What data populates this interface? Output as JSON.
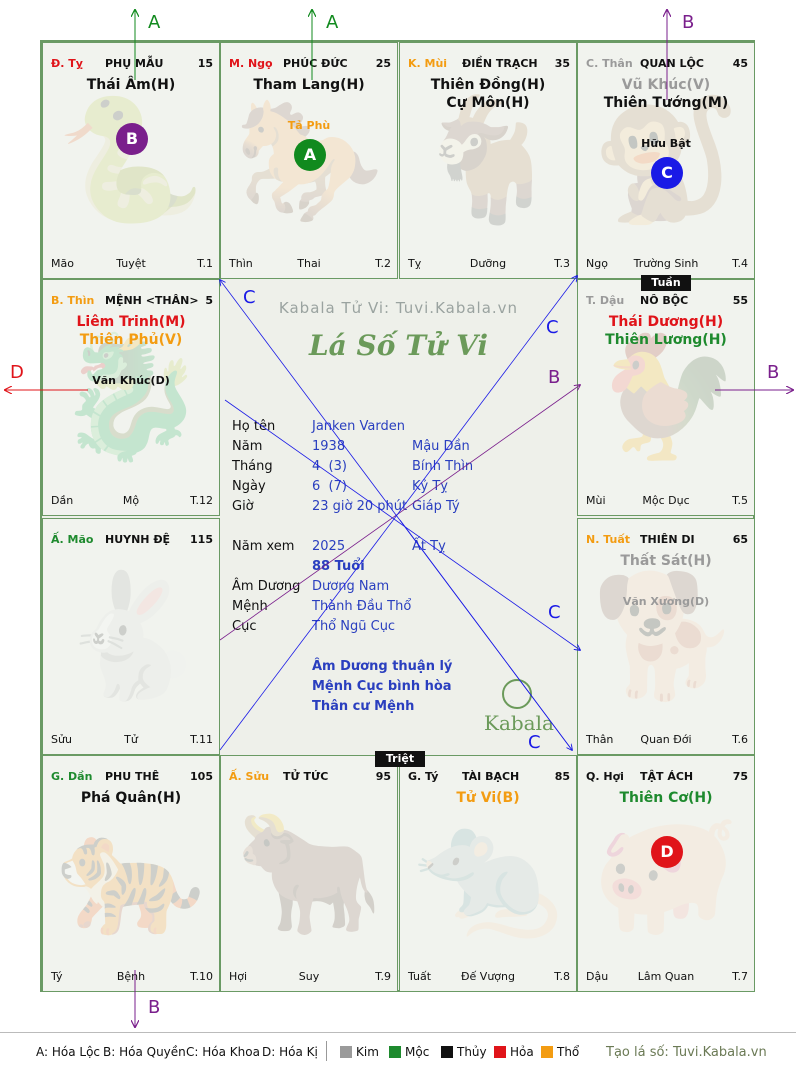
{
  "watermark": "Kabala Tử Vi: Tuvi.Kabala.vn",
  "chart_title": "Lá Số Tử Vi",
  "brand": "Kabala",
  "arrow_labels": {
    "a1": "A",
    "a2": "A",
    "b_top": "B",
    "b_mid": "B",
    "b_right": "B",
    "b_bottom": "B",
    "c1": "C",
    "c2": "C",
    "c3": "C",
    "c4": "C",
    "d_left": "D"
  },
  "palaces": [
    {
      "can": "Đ. Tỵ",
      "can_color": "#e0141a",
      "name": "PHỤ MẪU",
      "num": "15",
      "main": [
        {
          "t": "Thái Âm(H)",
          "c": "#111111"
        }
      ],
      "minor": [],
      "bl": "Mão",
      "bc": "Tuyệt",
      "br": "T.1",
      "circle": "B",
      "circle_color": "#7a1f8c",
      "zodiac": "🐍"
    },
    {
      "can": "M. Ngọ",
      "can_color": "#e0141a",
      "name": "PHÚC ĐỨC",
      "num": "25",
      "main": [
        {
          "t": "Tham Lang(H)",
          "c": "#111111"
        }
      ],
      "minor": [
        {
          "t": "Tả Phù",
          "c": "#f39c12"
        }
      ],
      "bl": "Thìn",
      "bc": "Thai",
      "br": "T.2",
      "circle": "A",
      "circle_color": "#118a1e",
      "zodiac": "🐎"
    },
    {
      "can": "K. Mùi",
      "can_color": "#f39c12",
      "name": "ĐIỀN TRẠCH",
      "num": "35",
      "main": [
        {
          "t": "Thiên Đồng(H)",
          "c": "#111111"
        },
        {
          "t": "Cự Môn(H)",
          "c": "#111111"
        }
      ],
      "minor": [],
      "bl": "Tỵ",
      "bc": "Dưỡng",
      "br": "T.3",
      "circle": "",
      "circle_color": "",
      "zodiac": "🐐"
    },
    {
      "can": "C. Thân",
      "can_color": "#9a9a9a",
      "name": "QUAN LỘC",
      "num": "45",
      "main": [
        {
          "t": "Vũ Khúc(V)",
          "c": "#9a9a9a"
        },
        {
          "t": "Thiên Tướng(M)",
          "c": "#111111"
        }
      ],
      "minor": [
        {
          "t": "Hữu Bật",
          "c": "#111111"
        }
      ],
      "bl": "Ngọ",
      "bc": "Trường Sinh",
      "br": "T.4",
      "circle": "C",
      "circle_color": "#1a1ae6",
      "zodiac": "🐒"
    },
    {
      "can": "B. Thìn",
      "can_color": "#f39c12",
      "name": "MỆNH <THÂN>",
      "num": "5",
      "main": [
        {
          "t": "Liêm Trinh(M)",
          "c": "#e0141a"
        },
        {
          "t": "Thiên Phủ(V)",
          "c": "#f39c12"
        }
      ],
      "minor": [
        {
          "t": "Văn Khúc(D)",
          "c": "#111111"
        }
      ],
      "bl": "Dần",
      "bc": "Mộ",
      "br": "T.12",
      "circle": "",
      "circle_color": "",
      "zodiac": "🐉"
    },
    {
      "can": "T. Dậu",
      "can_color": "#9a9a9a",
      "name": "NÔ BỘC",
      "num": "55",
      "main": [
        {
          "t": "Thái Dương(H)",
          "c": "#e0141a"
        },
        {
          "t": "Thiên Lương(H)",
          "c": "#1e8a2e"
        }
      ],
      "minor": [],
      "bl": "Mùi",
      "bc": "Mộc Dục",
      "br": "T.5",
      "circle": "",
      "circle_color": "",
      "zodiac": "🐓"
    },
    {
      "can": "Ấ. Mão",
      "can_color": "#1e8a2e",
      "name": "HUYNH ĐỆ",
      "num": "115",
      "main": [],
      "minor": [],
      "bl": "Sửu",
      "bc": "Tử",
      "br": "T.11",
      "circle": "",
      "circle_color": "",
      "zodiac": "🐇"
    },
    {
      "can": "N. Tuất",
      "can_color": "#f39c12",
      "name": "THIÊN DI",
      "num": "65",
      "main": [
        {
          "t": "Thất Sát(H)",
          "c": "#9a9a9a"
        }
      ],
      "minor": [
        {
          "t": "Văn Xương(D)",
          "c": "#9a9a9a"
        }
      ],
      "bl": "Thân",
      "bc": "Quan Đới",
      "br": "T.6",
      "circle": "",
      "circle_color": "",
      "zodiac": "🐕"
    },
    {
      "can": "G. Dần",
      "can_color": "#1e8a2e",
      "name": "PHU THÊ",
      "num": "105",
      "main": [
        {
          "t": "Phá Quân(H)",
          "c": "#111111"
        }
      ],
      "minor": [],
      "bl": "Tý",
      "bc": "Bệnh",
      "br": "T.10",
      "circle": "",
      "circle_color": "",
      "zodiac": "🐅"
    },
    {
      "can": "Ấ. Sửu",
      "can_color": "#f39c12",
      "name": "TỬ TỨC",
      "num": "95",
      "main": [],
      "minor": [],
      "bl": "Hợi",
      "bc": "Suy",
      "br": "T.9",
      "circle": "",
      "circle_color": "",
      "zodiac": "🐂"
    },
    {
      "can": "G. Tý",
      "can_color": "#111111",
      "name": "TÀI BẠCH",
      "num": "85",
      "main": [
        {
          "t": "Tử Vi(B)",
          "c": "#f39c12"
        }
      ],
      "minor": [],
      "bl": "Tuất",
      "bc": "Đế Vượng",
      "br": "T.8",
      "circle": "",
      "circle_color": "",
      "zodiac": "🐀"
    },
    {
      "can": "Q. Hợi",
      "can_color": "#111111",
      "name": "TẬT ÁCH",
      "num": "75",
      "main": [
        {
          "t": "Thiên Cơ(H)",
          "c": "#1e8a2e"
        }
      ],
      "minor": [],
      "bl": "Dậu",
      "bc": "Lâm Quan",
      "br": "T.7",
      "circle": "D",
      "circle_color": "#e0141a",
      "zodiac": "🐖"
    }
  ],
  "tags": {
    "tuan": "Tuần",
    "triet": "Triệt"
  },
  "info": {
    "ho_ten_label": "Họ tên",
    "ho_ten": "Janken Varden",
    "nam_label": "Năm",
    "nam": "1938",
    "nam_can_chi": "Mậu Dần",
    "thang_label": "Tháng",
    "thang": "4  (3)",
    "thang_can_chi": "Bính Thìn",
    "ngay_label": "Ngày",
    "ngay": "6  (7)",
    "ngay_can_chi": "Kỷ Tỵ",
    "gio_label": "Giờ",
    "gio": "23 giờ 20 phút",
    "gio_can_chi": "Giáp Tý",
    "nam_xem_label": "Năm xem",
    "nam_xem": "2025",
    "nam_xem_can_chi": "Ất Tỵ",
    "tuoi": "88 Tuổi",
    "am_duong_label": "Âm Dương",
    "am_duong": "Dương Nam",
    "menh_label": "Mệnh",
    "menh": "Thành Đầu Thổ",
    "cuc_label": "Cục",
    "cuc": "Thổ Ngũ Cục",
    "note1": "Âm Dương thuận lý",
    "note2": "Mệnh Cục bình hòa",
    "note3": "Thân cư Mệnh"
  },
  "legend": {
    "a": "A: Hóa Lộc",
    "b": "B: Hóa Quyền",
    "c": "C: Hóa Khoa",
    "d": "D: Hóa Kị",
    "kim": "Kim",
    "moc": "Mộc",
    "thuy": "Thủy",
    "hoa": "Hỏa",
    "tho": "Thổ",
    "site": "Tạo lá số: Tuvi.Kabala.vn"
  },
  "colors": {
    "kim": "#9a9a9a",
    "moc": "#1e8a2e",
    "thuy": "#111111",
    "hoa": "#e0141a",
    "tho": "#f39c12",
    "a": "#118a1e",
    "b": "#7a1f8c",
    "c": "#1a1ae6",
    "d": "#e0141a"
  }
}
